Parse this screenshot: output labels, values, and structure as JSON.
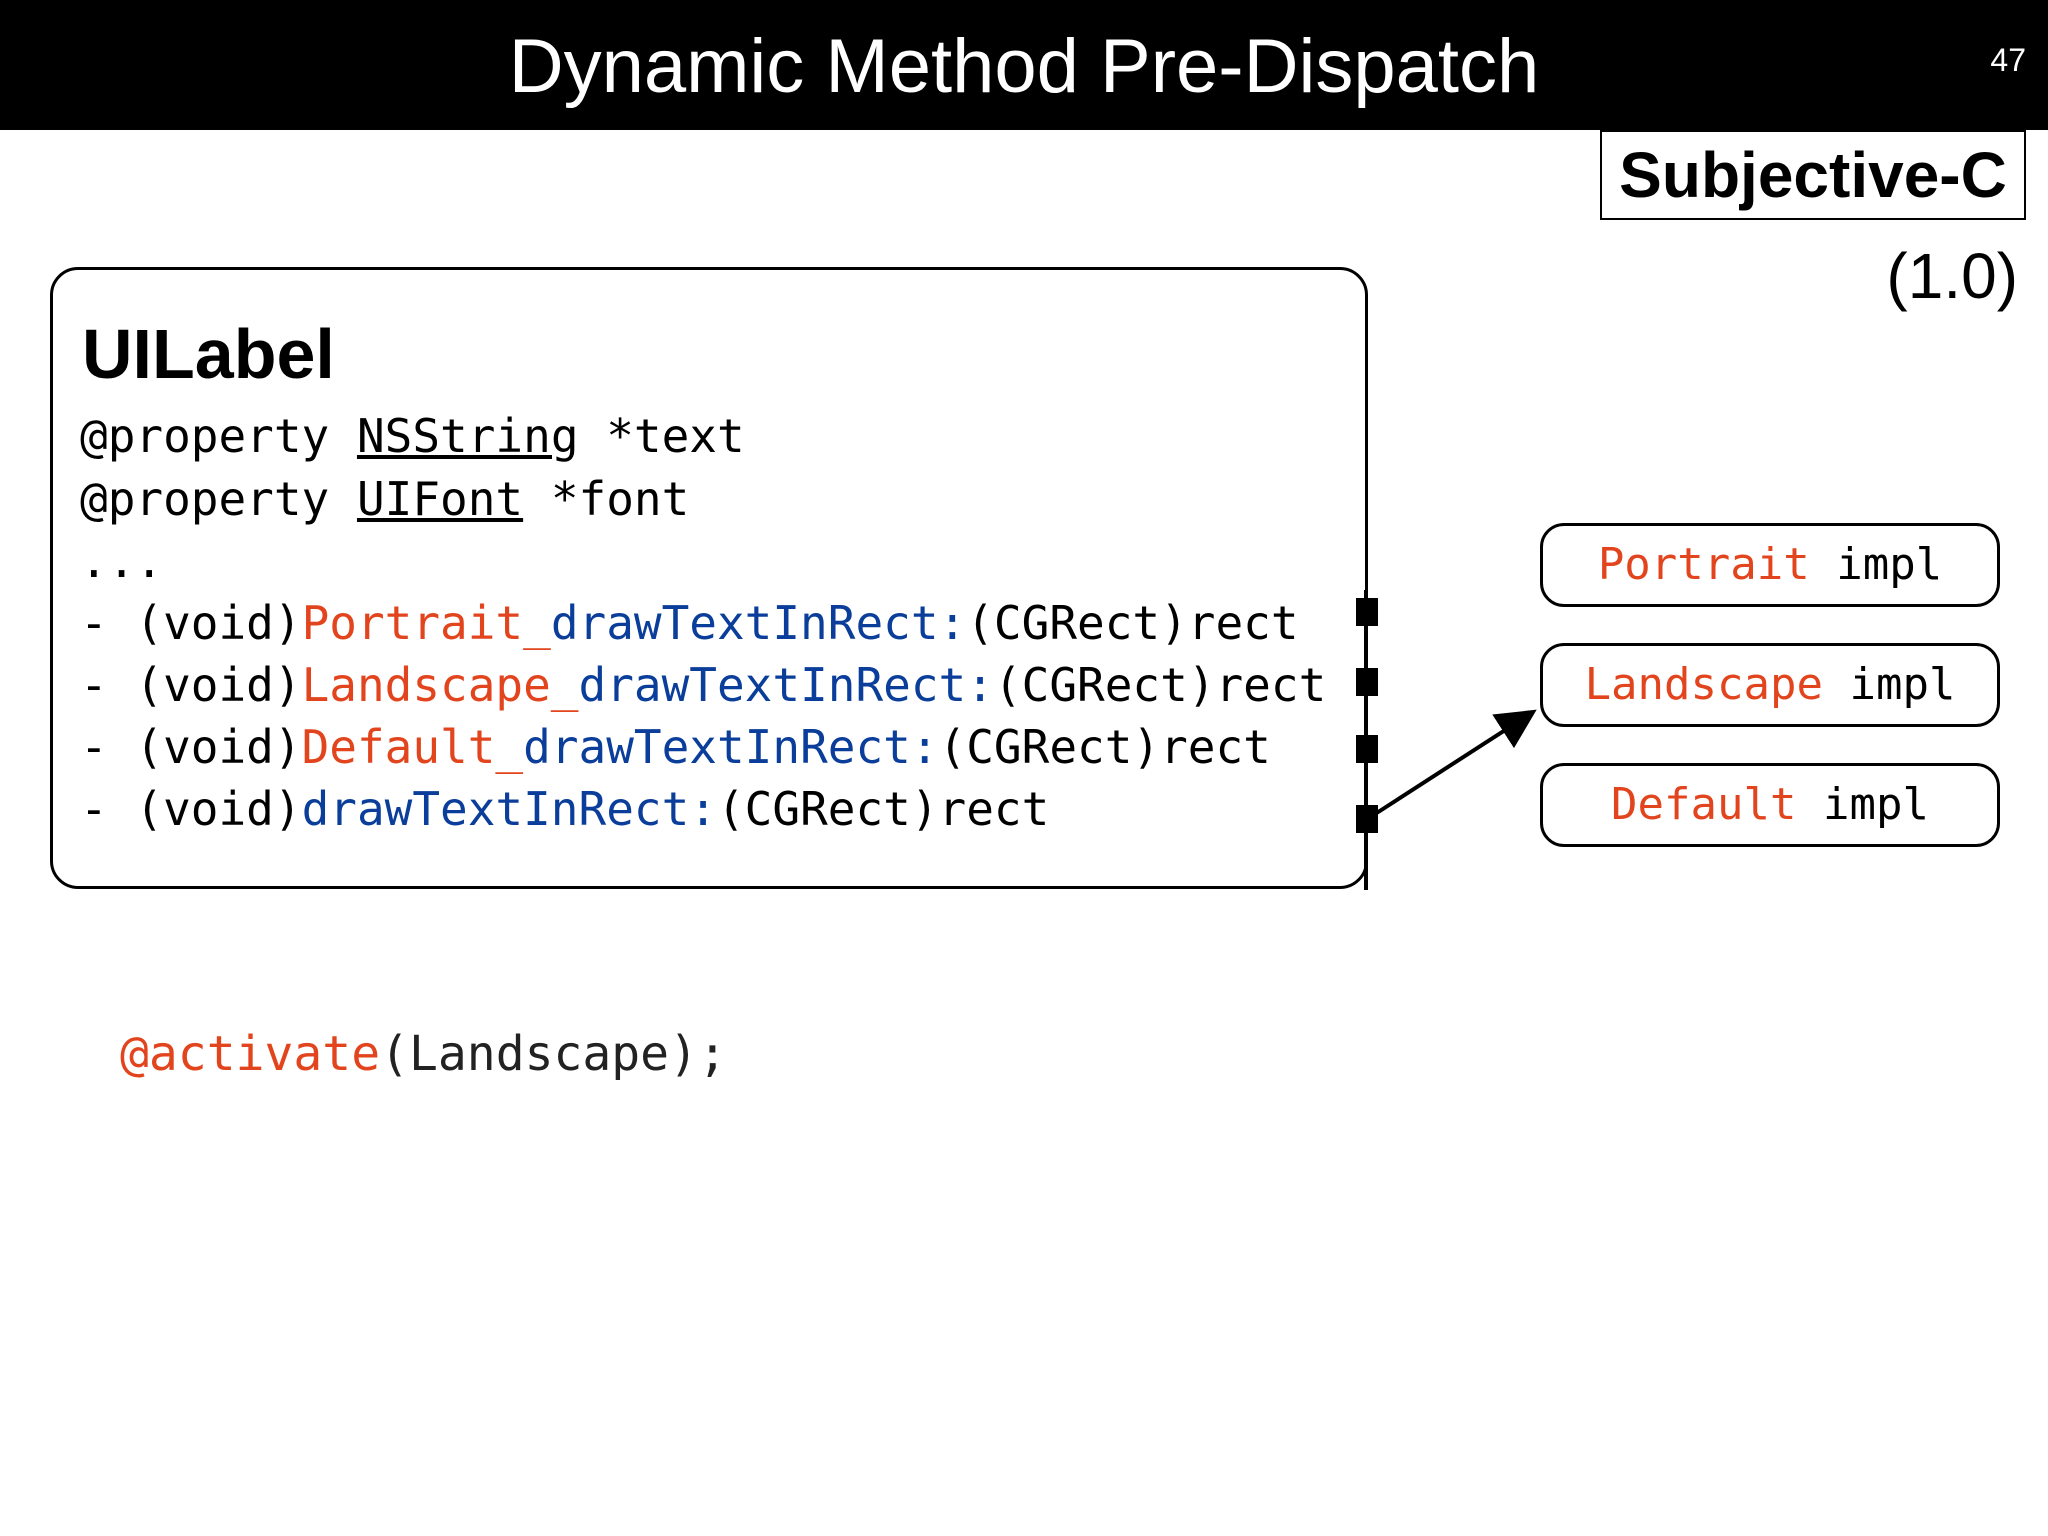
{
  "header": {
    "title": "Dynamic Method Pre-Dispatch",
    "slide_number": "47"
  },
  "badge": {
    "label": "Subjective-C",
    "version": "(1.0)"
  },
  "class_box": {
    "name": "UILabel",
    "properties": [
      {
        "prefix": "@property ",
        "type": "NSString",
        "suffix": " *text"
      },
      {
        "prefix": "@property ",
        "type": "UIFont",
        "suffix": " *font"
      }
    ],
    "ellipsis": "...",
    "methods": [
      {
        "prefix": "- (void)",
        "context": "Portrait_",
        "selector": "drawTextInRect:",
        "suffix": "(CGRect)rect"
      },
      {
        "prefix": "- (void)",
        "context": "Landscape_",
        "selector": "drawTextInRect:",
        "suffix": "(CGRect)rect"
      },
      {
        "prefix": "- (void)",
        "context": "Default_",
        "selector": "drawTextInRect:",
        "suffix": "(CGRect)rect"
      },
      {
        "prefix": "- (void)",
        "context": "",
        "selector": "drawTextInRect:",
        "suffix": "(CGRect)rect"
      }
    ]
  },
  "impls": [
    {
      "context": "Portrait",
      "suffix": " impl"
    },
    {
      "context": "Landscape",
      "suffix": " impl"
    },
    {
      "context": "Default",
      "suffix": " impl"
    }
  ],
  "activation": {
    "keyword": "@activate",
    "args": "(Landscape);"
  },
  "colors": {
    "context": "#e2451e",
    "selector": "#0a3e9a"
  }
}
